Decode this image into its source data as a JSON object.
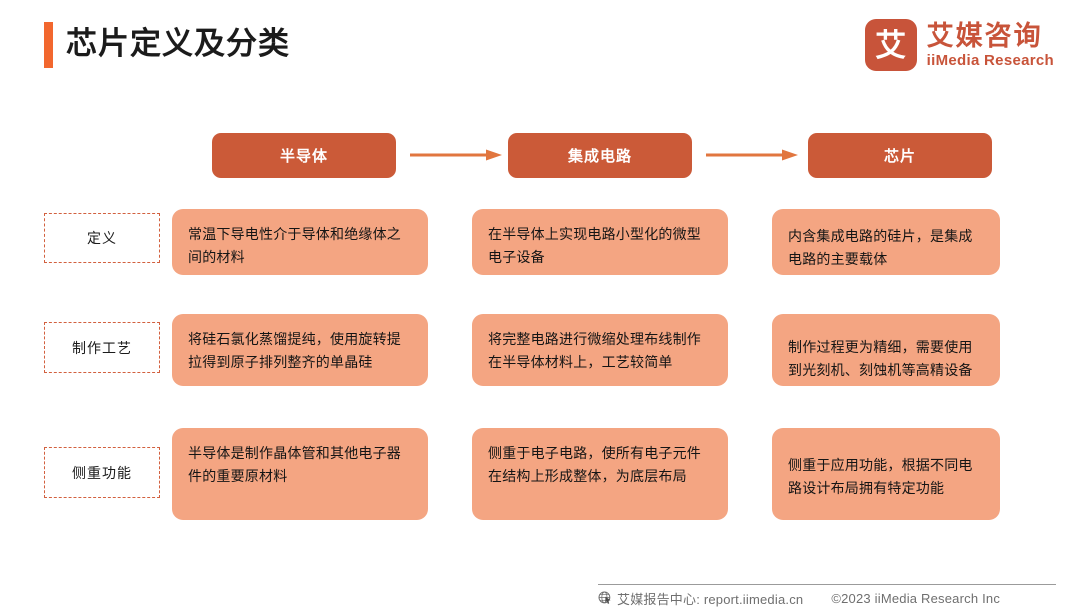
{
  "header": {
    "title": "芯片定义及分类",
    "accent_color": "#F2672E",
    "brand": {
      "mark_glyph": "艾",
      "name_cn": "艾媒咨询",
      "name_en": "iiMedia Research",
      "color": "#C8543A"
    }
  },
  "flow": {
    "arrow_color": "#E1763F",
    "box_color": "#CB5A38",
    "boxes": [
      {
        "label": "半导体"
      },
      {
        "label": "集成电路"
      },
      {
        "label": "芯片"
      }
    ]
  },
  "matrix": {
    "cell_color": "#F4A582",
    "label_border_color": "#D2603F",
    "row_labels": [
      "定义",
      "制作工艺",
      "侧重功能"
    ],
    "rows": [
      {
        "label": "定义",
        "cells": [
          "常温下导电性介于导体和绝缘体之间的材料",
          "在半导体上实现电路小型化的微型电子设备",
          "内含集成电路的硅片，是集成电路的主要载体"
        ]
      },
      {
        "label": "制作工艺",
        "cells": [
          "将硅石氯化蒸馏提纯，使用旋转提拉得到原子排列整齐的单晶硅",
          "将完整电路进行微缩处理布线制作在半导体材料上，工艺较简单",
          "制作过程更为精细，需要使用到光刻机、刻蚀机等高精设备"
        ]
      },
      {
        "label": "侧重功能",
        "cells": [
          "半导体是制作晶体管和其他电子器件的重要原材料",
          "侧重于电子电路，使所有电子元件在结构上形成整体，为底层布局",
          "侧重于应用功能，根据不同电路设计布局拥有特定功能"
        ]
      }
    ]
  },
  "footer": {
    "icon": "globe-cursor-icon",
    "report_center": "艾媒报告中心: report.iimedia.cn",
    "copyright": "©2023  iiMedia Research  Inc"
  }
}
